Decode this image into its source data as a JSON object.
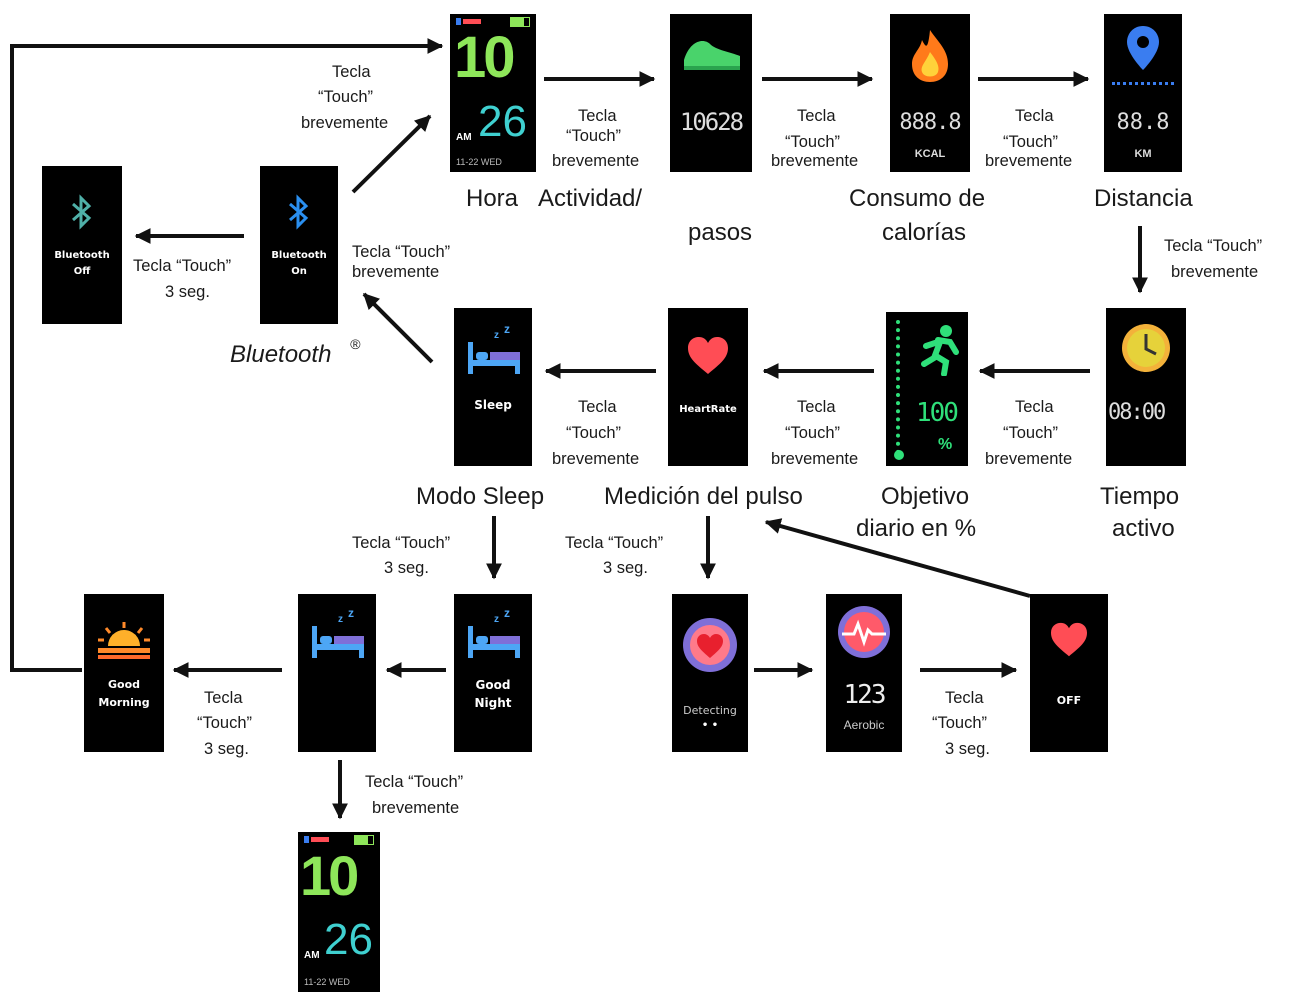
{
  "screens": {
    "clock": {
      "hour": "10",
      "am": "AM",
      "minute": "26",
      "date": "11-22  WED"
    },
    "steps": {
      "value": "10628"
    },
    "calories": {
      "value": "888.8",
      "unit": "KCAL"
    },
    "distance": {
      "value": "88.8",
      "unit": "KM"
    },
    "active_time": {
      "value": "08:00"
    },
    "goal": {
      "value": "100",
      "unit": "%"
    },
    "heart_rate": {
      "label": "HeartRate"
    },
    "sleep": {
      "label": "Sleep"
    },
    "bluetooth_on": {
      "line1": "Bluetooth",
      "line2": "On"
    },
    "bluetooth_off": {
      "line1": "Bluetooth",
      "line2": "Off"
    },
    "detecting": {
      "label": "Detecting",
      "dots": "• •"
    },
    "aerobic": {
      "value": "123",
      "label": "Aerobic"
    },
    "hr_off": {
      "label": "OFF"
    },
    "good_night": {
      "line1": "Good",
      "line2": "Night"
    },
    "good_morning": {
      "line1": "Good",
      "line2": "Morning"
    }
  },
  "titles": {
    "hora": "Hora",
    "actividad_1": "Actividad/",
    "actividad_2": "pasos",
    "consumo_1": "Consumo de",
    "consumo_2": "calorías",
    "distancia": "Distancia",
    "tiempo_1": "Tiempo",
    "tiempo_2": "activo",
    "objetivo_1": "Objetivo",
    "objetivo_2": "diario en %",
    "medicion": "Medición del pulso",
    "modo_sleep": "Modo Sleep",
    "bluetooth": "Bluetooth",
    "bluetooth_reg": "®"
  },
  "labels": {
    "tecla": "Tecla",
    "touch": "“Touch”",
    "tecla_touch": "Tecla “Touch”",
    "brevemente": "brevemente",
    "tres_seg": "3 seg."
  },
  "colors": {
    "clock_green": "#8ee65a",
    "clock_teal": "#3fd0d0",
    "steps_green": "#49d36b",
    "flame_orange": "#ff7a1a",
    "pin_blue": "#3a7df0",
    "clock_yellow": "#f3b23a",
    "goal_green": "#2fe07a",
    "heart_red": "#ff4d55",
    "bt_blue": "#2a8ff0",
    "sleep_blue": "#4da6f5",
    "sun_orange": "#ff8a2a",
    "arrow": "#111111"
  }
}
